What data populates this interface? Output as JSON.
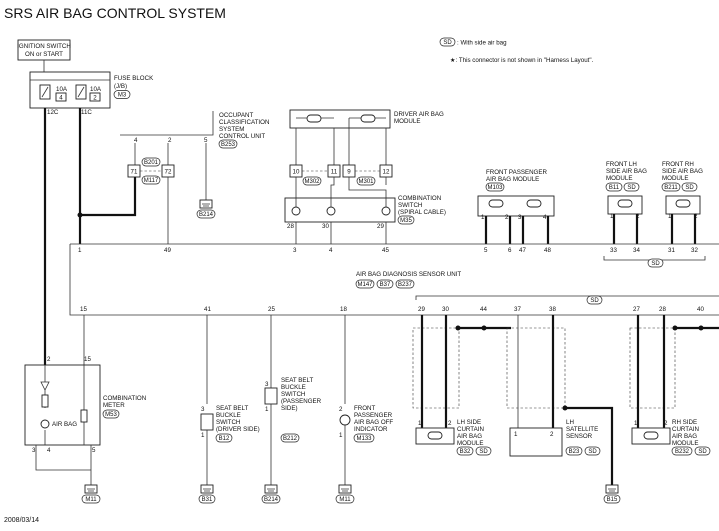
{
  "title": "SRS AIR BAG CONTROL SYSTEM",
  "date": "2008/03/14",
  "legend": {
    "sd_tag": "SD",
    "sd_text": ": With side air bag",
    "star_text": "★: This connector is not shown in \"Harness Layout\"."
  },
  "ignition": {
    "line1": "IGNITION SWITCH",
    "line2": "ON or START"
  },
  "fuse_block": {
    "line1": "FUSE BLOCK",
    "line2": "(J/B)",
    "connector": "M3",
    "fuse1_amp": "10A",
    "fuse1_num": "4",
    "fuse2_amp": "10A",
    "fuse2_num": "2",
    "pin_left": "12C",
    "pin_right": "11C"
  },
  "ocs": {
    "line1": "OCCUPANT",
    "line2": "CLASSIFICATION",
    "line3": "SYSTEM",
    "line4": "CONTROL UNIT",
    "connector": "B253",
    "pin_a": "4",
    "pin_b": "2",
    "pin_c": "5"
  },
  "harness1": {
    "top": "B201",
    "bottom": "M117",
    "pin_l": "71",
    "pin_r": "72"
  },
  "ground_b214_top": "B214",
  "driver_module": {
    "line1": "DRIVER AIR BAG",
    "line2": "MODULE"
  },
  "spiral": {
    "harness_l": "M302",
    "harness_r": "M301",
    "pin_10": "10",
    "pin_11": "11",
    "pin_9": "9",
    "pin_12": "12",
    "line1": "COMBINATION",
    "line2": "SWITCH",
    "line3": "(SPIRAL CABLE)",
    "connector": "M35",
    "bot_28": "28",
    "bot_30": "30",
    "bot_29": "29"
  },
  "fp_module": {
    "line1": "FRONT PASSENGER",
    "line2": "AIR BAG MODULE",
    "connector": "M103",
    "pin_1": "1",
    "pin_2": "2",
    "pin_3": "3",
    "pin_4": "4"
  },
  "lh_side": {
    "line1": "FRONT LH",
    "line2": "SIDE AIR BAG",
    "line3": "MODULE",
    "connector": "B11",
    "pin_1": "1",
    "pin_2": "2"
  },
  "rh_side": {
    "line1": "FRONT RH",
    "line2": "SIDE AIR BAG",
    "line3": "MODULE",
    "connector": "B211",
    "pin_1": "1",
    "pin_2": "2"
  },
  "sensor_unit": {
    "line1": "AIR BAG DIAGNOSIS SENSOR UNIT",
    "conn1": "M147",
    "conn2": "B37",
    "conn3": "B237",
    "top_pins": [
      "1",
      "49",
      "3",
      "4",
      "45",
      "5",
      "6",
      "47",
      "48",
      "33",
      "34",
      "31",
      "32"
    ],
    "bottom_pins": [
      "15",
      "41",
      "25",
      "18",
      "29",
      "30",
      "44",
      "37",
      "38",
      "27",
      "28",
      "40"
    ]
  },
  "meter": {
    "line1": "COMBINATION",
    "line2": "METER",
    "connector": "M53",
    "label": "AIR BAG",
    "pin_2": "2",
    "pin_15": "15",
    "pin_3": "3",
    "pin_4": "4",
    "pin_5": "5",
    "ground": "M11"
  },
  "buckle_driver": {
    "line1": "SEAT BELT",
    "line2": "BUCKLE",
    "line3": "SWITCH",
    "line4": "(DRIVER SIDE)",
    "connector": "B12",
    "pin_3": "3",
    "pin_1": "1",
    "ground": "B31"
  },
  "buckle_pass": {
    "line1": "SEAT BELT",
    "line2": "BUCKLE",
    "line3": "SWITCH",
    "line4": "(PASSENGER",
    "line5": "SIDE)",
    "connector": "B212",
    "pin_3": "3",
    "pin_1": "1",
    "ground": "B214"
  },
  "fp_indicator": {
    "line1": "FRONT",
    "line2": "PASSENGER",
    "line3": "AIR BAG OFF",
    "line4": "INDICATOR",
    "connector": "M133",
    "pin_2": "2",
    "pin_1": "1",
    "ground": "M11"
  },
  "lh_curtain": {
    "line1": "LH SIDE",
    "line2": "CURTAIN",
    "line3": "AIR BAG",
    "line4": "MODULE",
    "connector": "B32",
    "pin_1": "1",
    "pin_2": "2"
  },
  "lh_satellite": {
    "line1": "LH",
    "line2": "SATELLITE",
    "line3": "SENSOR",
    "connector": "B23",
    "pin_1": "1",
    "pin_2": "2",
    "ground": "B15"
  },
  "rh_curtain": {
    "line1": "RH SIDE",
    "line2": "CURTAIN",
    "line3": "AIR BAG",
    "line4": "MODULE",
    "connector": "B232",
    "pin_1": "1",
    "pin_2": "2"
  }
}
